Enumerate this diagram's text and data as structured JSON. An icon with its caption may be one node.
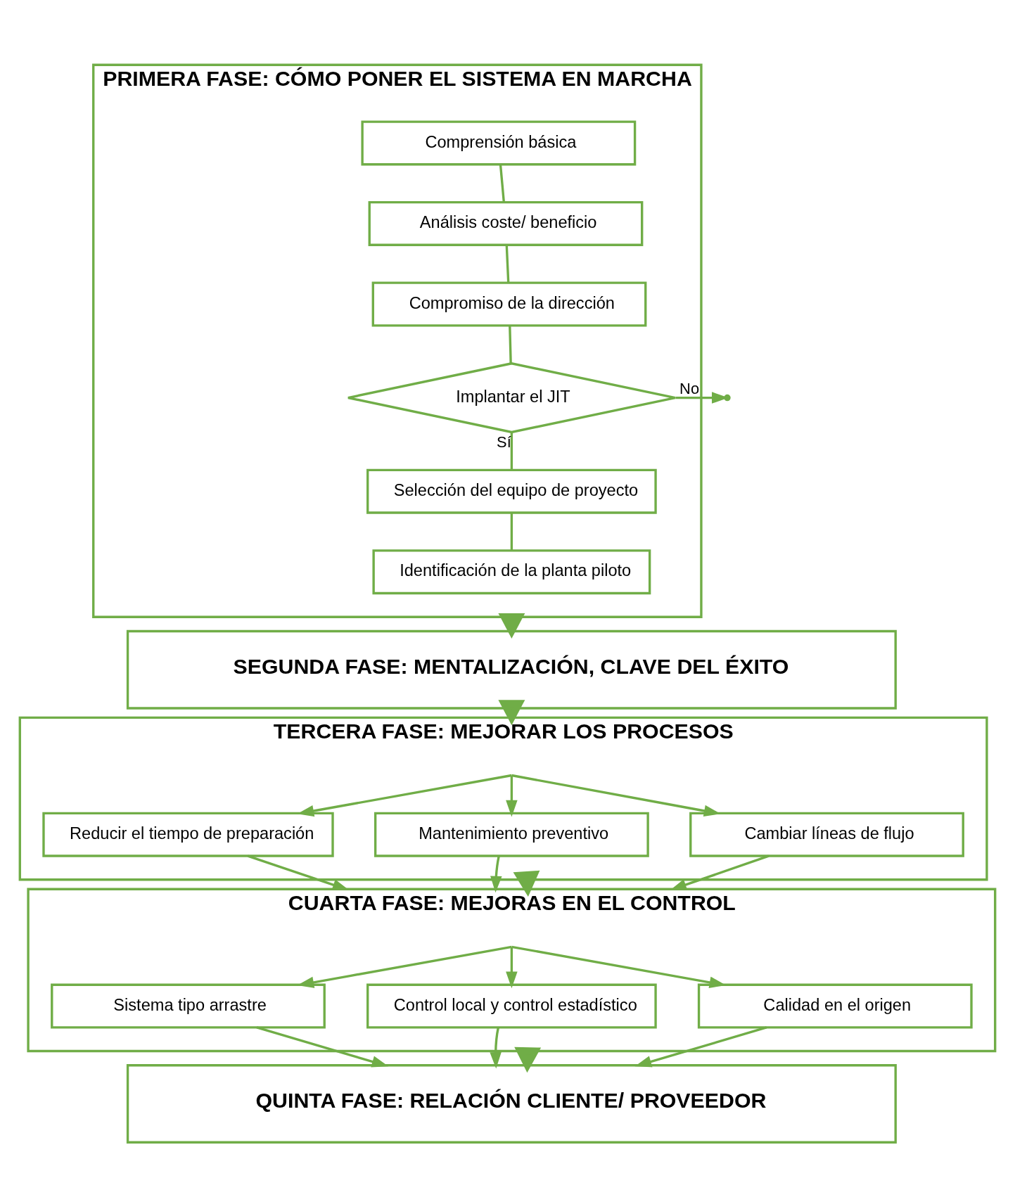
{
  "diagram": {
    "nodes": [
      {
        "text": [
          "PRIMERA FASE: CÓMO PONER EL SISTEMA EN MARCHA"
        ]
      },
      {
        "text": [
          "Comprensión básica"
        ],
        "in": 0
      },
      {
        "text": [
          "Análisis coste/ beneficio"
        ],
        "in": 0
      },
      {
        "text": [
          "Compromiso de la dirección"
        ],
        "in": 0
      },
      {
        "text": [
          "Implantar el JIT"
        ],
        "in": 0
      },
      {
        "text": [
          "Selección del equipo de proyecto"
        ],
        "in": 0
      },
      {
        "text": [
          "Identificación de la planta piloto"
        ],
        "in": 0
      },
      {
        "text": [
          "SEGUNDA FASE: MENTALIZACIÓN, CLAVE DEL ÉXITO"
        ]
      },
      {
        "text": [
          "TERCERA FASE: MEJORAR LOS PROCESOS"
        ]
      },
      {
        "text": [
          "Reducir el tiempo de preparación"
        ],
        "in": 8
      },
      {
        "text": [
          "Mantenimiento preventivo"
        ],
        "in": 8
      },
      {
        "text": [
          "Cambiar líneas de flujo"
        ],
        "in": 8
      },
      {
        "text": [
          "CUARTA FASE: MEJORAS EN EL CONTROL"
        ]
      },
      {
        "text": [
          "Sistema tipo arrastre"
        ],
        "in": 12
      },
      {
        "text": [
          "Control local y control estadístico"
        ],
        "in": 12
      },
      {
        "text": [
          "Calidad en el origen"
        ],
        "in": 12
      },
      {
        "text": [
          "QUINTA FASE: RELACIÓN CLIENTE/ PROVEEDOR"
        ]
      }
    ],
    "edges": [
      {
        "from": 1,
        "to": 2,
        "arrow": "none"
      },
      {
        "from": 2,
        "to": 3,
        "arrow": "none"
      },
      {
        "from": 3,
        "to": 4,
        "arrow": "none"
      },
      {
        "from": 4,
        "to": null,
        "arrow": "to",
        "label": "No"
      },
      {
        "from": 4,
        "to": 5,
        "arrow": "none",
        "label": "Sí"
      },
      {
        "from": 5,
        "to": 6,
        "arrow": "none"
      },
      {
        "from": 0,
        "to": 7,
        "arrow": "to",
        "style": "thick"
      },
      {
        "from": 7,
        "to": 8,
        "arrow": "to",
        "style": "thick"
      },
      {
        "from": 8,
        "to": 9,
        "arrow": "to"
      },
      {
        "from": 8,
        "to": 10,
        "arrow": "to"
      },
      {
        "from": 8,
        "to": 11,
        "arrow": "to"
      },
      {
        "from": 9,
        "to": 12,
        "arrow": "to"
      },
      {
        "from": 10,
        "to": 12,
        "arrow": "to"
      },
      {
        "from": 11,
        "to": 12,
        "arrow": "to"
      },
      {
        "from": 8,
        "to": 12,
        "arrow": "to",
        "style": "thick"
      },
      {
        "from": 12,
        "to": 13,
        "arrow": "to"
      },
      {
        "from": 12,
        "to": 14,
        "arrow": "to"
      },
      {
        "from": 12,
        "to": 15,
        "arrow": "to"
      },
      {
        "from": 13,
        "to": 16,
        "arrow": "to"
      },
      {
        "from": 14,
        "to": 16,
        "arrow": "to"
      },
      {
        "from": 15,
        "to": 16,
        "arrow": "to"
      },
      {
        "from": 12,
        "to": 16,
        "arrow": "to",
        "style": "thick"
      }
    ]
  }
}
